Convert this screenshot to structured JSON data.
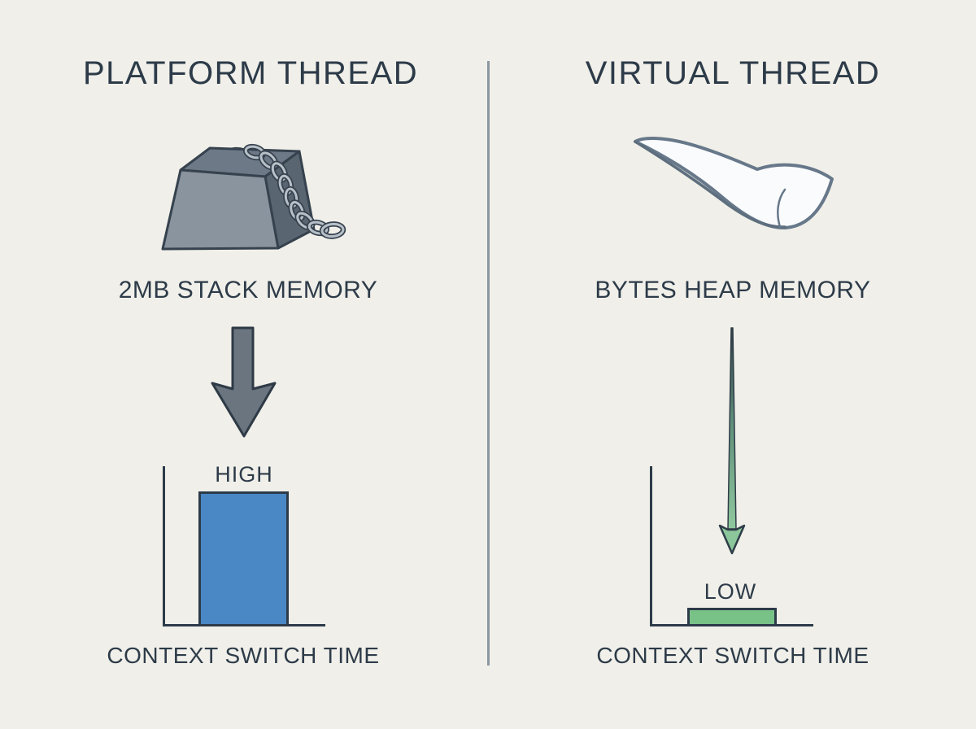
{
  "page": {
    "background_color": "#f0efe9",
    "divider_color": "#8d97a1",
    "text_color": "#2d3b49"
  },
  "left_panel": {
    "title": "PLATFORM THREAD",
    "icon": "weight-with-chain-icon",
    "memory_label": "2MB STACK MEMORY",
    "arrow": {
      "direction": "down",
      "style": "thick",
      "color": "#6a7580"
    },
    "chart": {
      "bar_label": "HIGH",
      "bar_color": "#4a87c5",
      "bar_level": "high",
      "axis_label": "CONTEXT SWITCH TIME"
    }
  },
  "right_panel": {
    "title": "VIRTUAL THREAD",
    "icon": "feather-icon",
    "memory_label": "BYTES HEAP MEMORY",
    "arrow": {
      "direction": "down",
      "style": "thin-tapered",
      "color": "#8cc79c"
    },
    "chart": {
      "bar_label": "LOW",
      "bar_color": "#79c287",
      "bar_level": "low",
      "axis_label": "CONTEXT SWITCH TIME"
    }
  }
}
